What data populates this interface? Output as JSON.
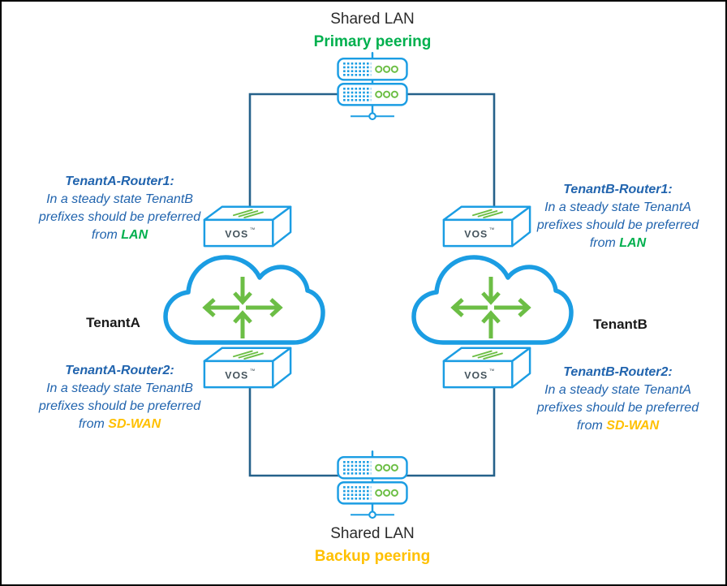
{
  "top_site": {
    "name": "Shared LAN",
    "role": "Primary peering"
  },
  "bottom_site": {
    "name": "Shared LAN",
    "role": "Backup peering"
  },
  "tenants": {
    "left": "TenantA",
    "right": "TenantB"
  },
  "devices": {
    "vos_label": "VOS",
    "vos_tm": "™"
  },
  "annotations": [
    {
      "title": "TenantA-Router1:",
      "line1": "In a steady state TenantB",
      "line2": "prefixes should be preferred",
      "from_word": "from",
      "highlight": "LAN",
      "hl_class": "hl-green"
    },
    {
      "title": "TenantB-Router1:",
      "line1": "In a steady state TenantA",
      "line2": "prefixes should be preferred",
      "from_word": "from",
      "highlight": "LAN",
      "hl_class": "hl-green"
    },
    {
      "title": "TenantA-Router2:",
      "line1": "In a steady state TenantB",
      "line2": "prefixes should be preferred",
      "from_word": "from",
      "highlight": "SD-WAN",
      "hl_class": "hl-gold"
    },
    {
      "title": "TenantB-Router2:",
      "line1": "In a steady state TenantA",
      "line2": "prefixes should be preferred",
      "from_word": "from",
      "highlight": "SD-WAN",
      "hl_class": "hl-gold"
    }
  ],
  "colors": {
    "device_blue": "#1B9DE3",
    "accent_green": "#6CBE45",
    "link_dark": "#25618A",
    "annotation_blue": "#2164AE",
    "primary_green": "#00B04E",
    "backup_gold": "#FFC000"
  }
}
